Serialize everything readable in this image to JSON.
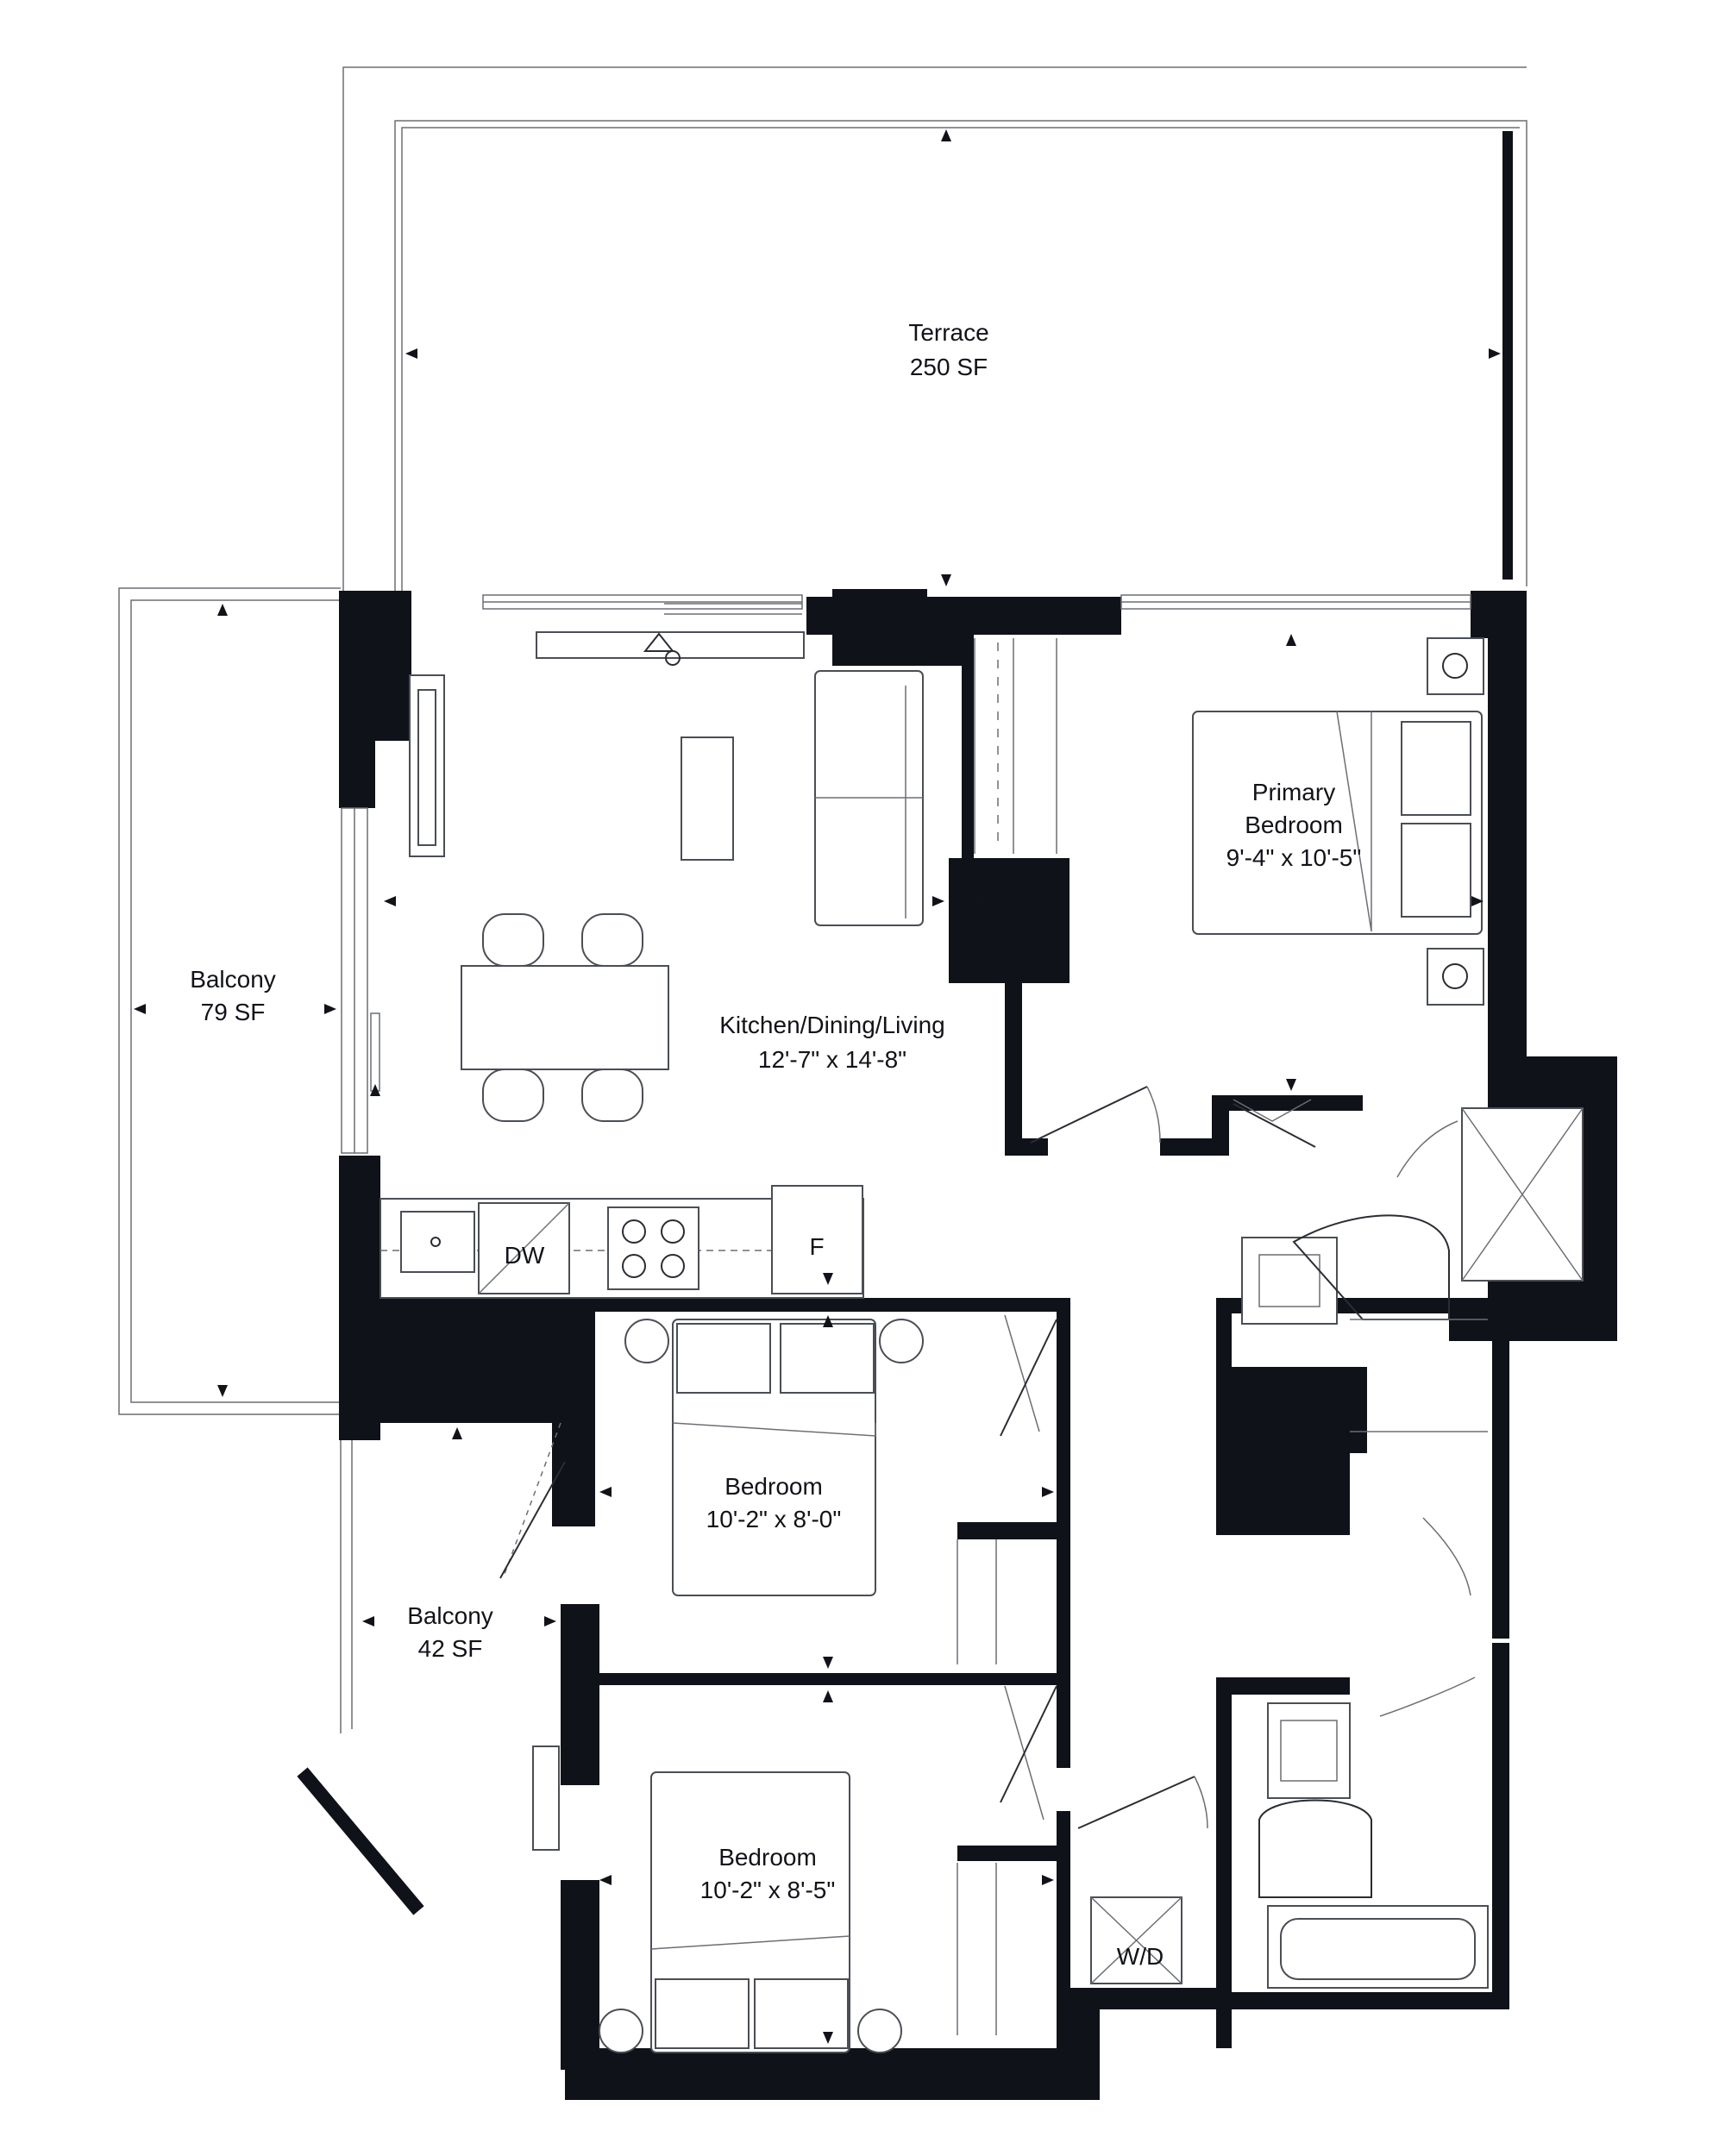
{
  "rooms": {
    "terrace": {
      "name": "Terrace",
      "area": "250 SF"
    },
    "balcony_west": {
      "name": "Balcony",
      "area": "79 SF"
    },
    "balcony_south": {
      "name": "Balcony",
      "area": "42 SF"
    },
    "living": {
      "name": "Kitchen/Dining/Living",
      "size": "12'-7\" x 14'-8\""
    },
    "primary_bedroom": {
      "name1": "Primary",
      "name2": "Bedroom",
      "size": "9'-4\" x 10'-5\""
    },
    "bedroom_2": {
      "name": "Bedroom",
      "size": "10'-2\" x 8'-0\""
    },
    "bedroom_3": {
      "name": "Bedroom",
      "size": "10'-2\" x 8'-5\""
    }
  },
  "appliances": {
    "dishwasher": "DW",
    "fridge": "F",
    "washer_dryer": "W/D"
  },
  "colors": {
    "wall": "#0f1218",
    "line": "#6b6f75"
  }
}
